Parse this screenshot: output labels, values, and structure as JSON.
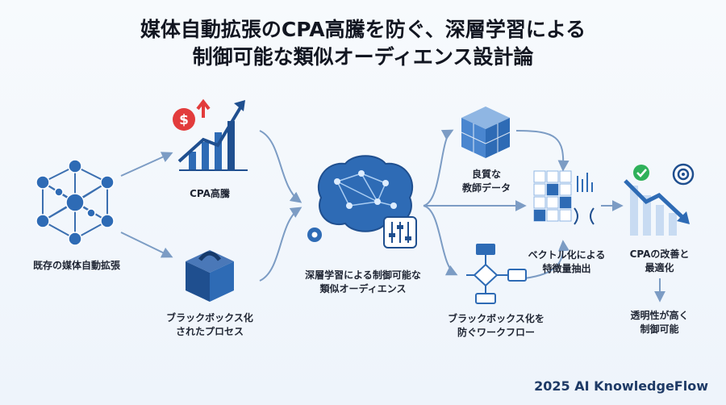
{
  "title": {
    "line1": "媒体自動拡張のCPA高騰を防ぐ、深層学習による",
    "line2": "制御可能な類似オーディエンス設計論"
  },
  "nodes": {
    "existing": "既存の媒体自動拡張",
    "cpa_rise": "CPA高騰",
    "blackbox": [
      "ブラックボックス化",
      "されたプロセス"
    ],
    "deep_learning": [
      "深層学習による制御可能な",
      "類似オーディエンス"
    ],
    "quality_data": [
      "良質な",
      "教師データ"
    ],
    "vectorize": [
      "ベクトル化による",
      "特徴量抽出"
    ],
    "workflow": [
      "ブラックボックス化を",
      "防ぐワークフロー"
    ],
    "cpa_improve": [
      "CPAの改善と",
      "最適化"
    ],
    "transparent": [
      "透明性が高く",
      "制御可能"
    ]
  },
  "brand": "2025 AI KnowledgeFlow",
  "colors": {
    "primary": "#2e6bb5",
    "dark_blue": "#1f4f8f",
    "light_blue": "#8fb6e3",
    "red": "#e23c3c",
    "green": "#2fb15a",
    "arrow": "#7c9cc4"
  }
}
